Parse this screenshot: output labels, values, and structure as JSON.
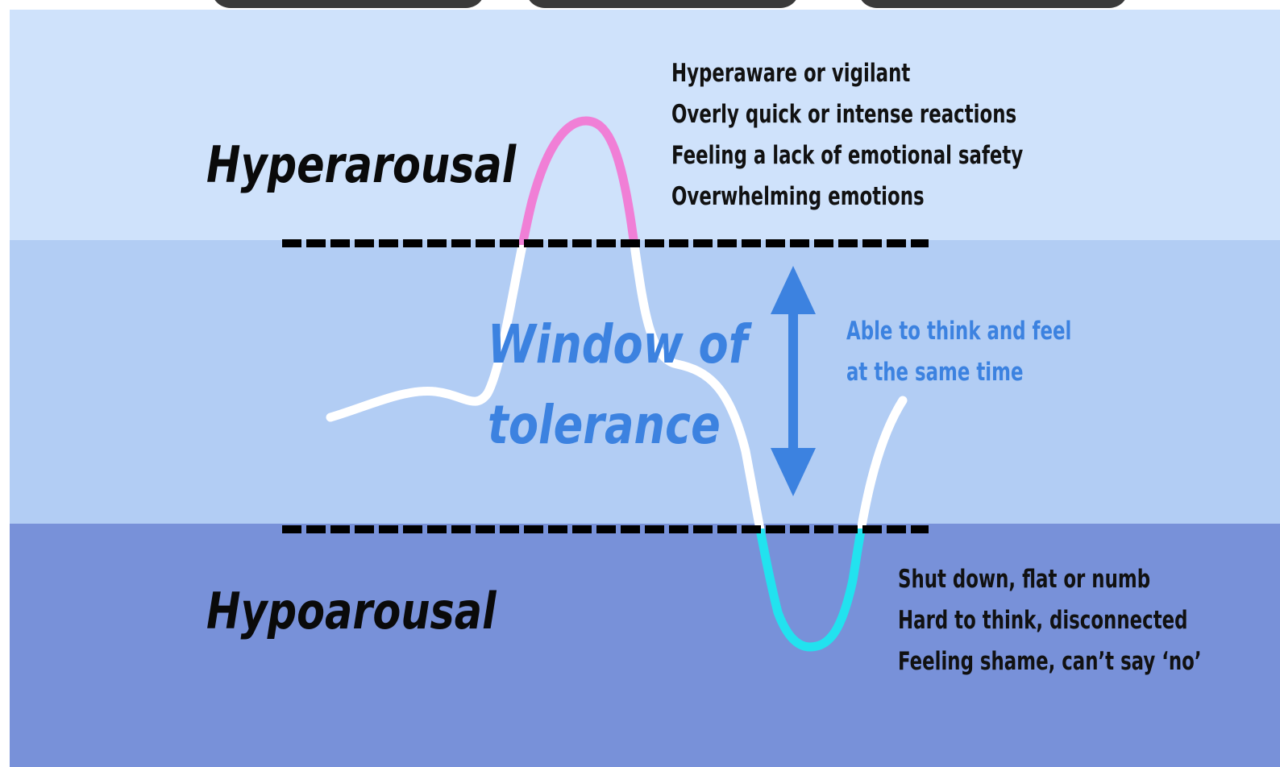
{
  "diagram": {
    "zones": {
      "hyperarousal": {
        "label": "Hyperarousal",
        "color": "#cfe2fb",
        "symptoms": [
          "Hyperaware or vigilant",
          "Overly quick or intense reactions",
          "Feeling a lack of emotional safety",
          "Overwhelming emotions"
        ]
      },
      "window": {
        "label_line1": "Window of",
        "label_line2": "tolerance",
        "color": "#b2cdf4",
        "description": [
          "Able to think and feel",
          "at the same time"
        ]
      },
      "hypoarousal": {
        "label": "Hypoarousal",
        "color": "#7891d9",
        "symptoms": [
          "Shut down, flat or numb",
          "Hard to think, disconnected",
          "Feeling shame, can’t say ‘no’"
        ]
      }
    },
    "curve_colors": {
      "inside_window": "#ffffff",
      "hyperarousal_segment": "#f07fd6",
      "hypoarousal_segment": "#22e2ef"
    },
    "arrow_color": "#3c82e0",
    "threshold_line_color": "#000000"
  }
}
